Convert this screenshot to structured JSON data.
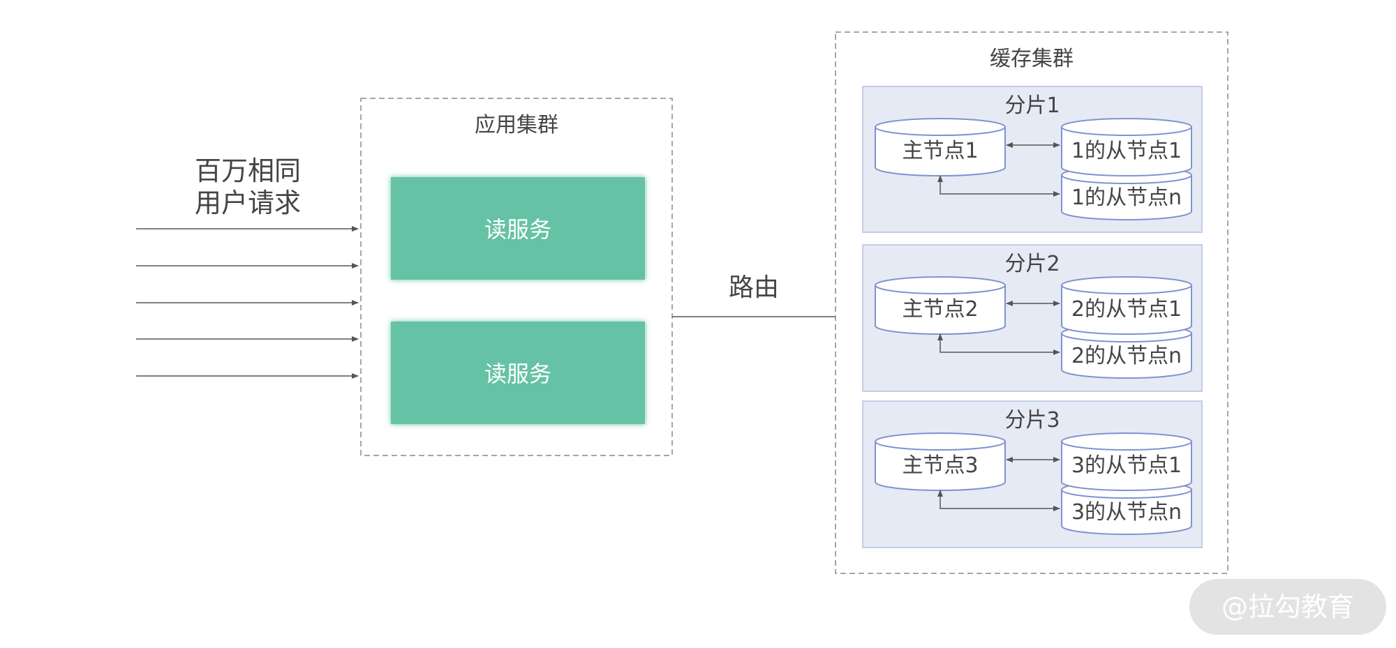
{
  "requests": {
    "line1": "百万相同",
    "line2": "用户请求",
    "arrow_count": 5
  },
  "app_cluster": {
    "title": "应用集群",
    "services": [
      "读服务",
      "读服务"
    ]
  },
  "routing": {
    "label": "路由"
  },
  "cache_cluster": {
    "title": "缓存集群",
    "shards": [
      {
        "title": "分片1",
        "master": "主节点1",
        "slaves": [
          "1的从节点1",
          "1的从节点n"
        ]
      },
      {
        "title": "分片2",
        "master": "主节点2",
        "slaves": [
          "2的从节点1",
          "2的从节点n"
        ]
      },
      {
        "title": "分片3",
        "master": "主节点3",
        "slaves": [
          "3的从节点1",
          "3的从节点n"
        ]
      }
    ]
  },
  "watermark": "@拉勾教育",
  "colors": {
    "service_fill": "#66c2a5",
    "shard_fill": "#e6eaf5",
    "shard_border": "#b4c0e2",
    "cylinder_stroke": "#7f93cf",
    "line": "#555555",
    "dash": "#888888",
    "watermark_bg": "#e3e3e3"
  }
}
